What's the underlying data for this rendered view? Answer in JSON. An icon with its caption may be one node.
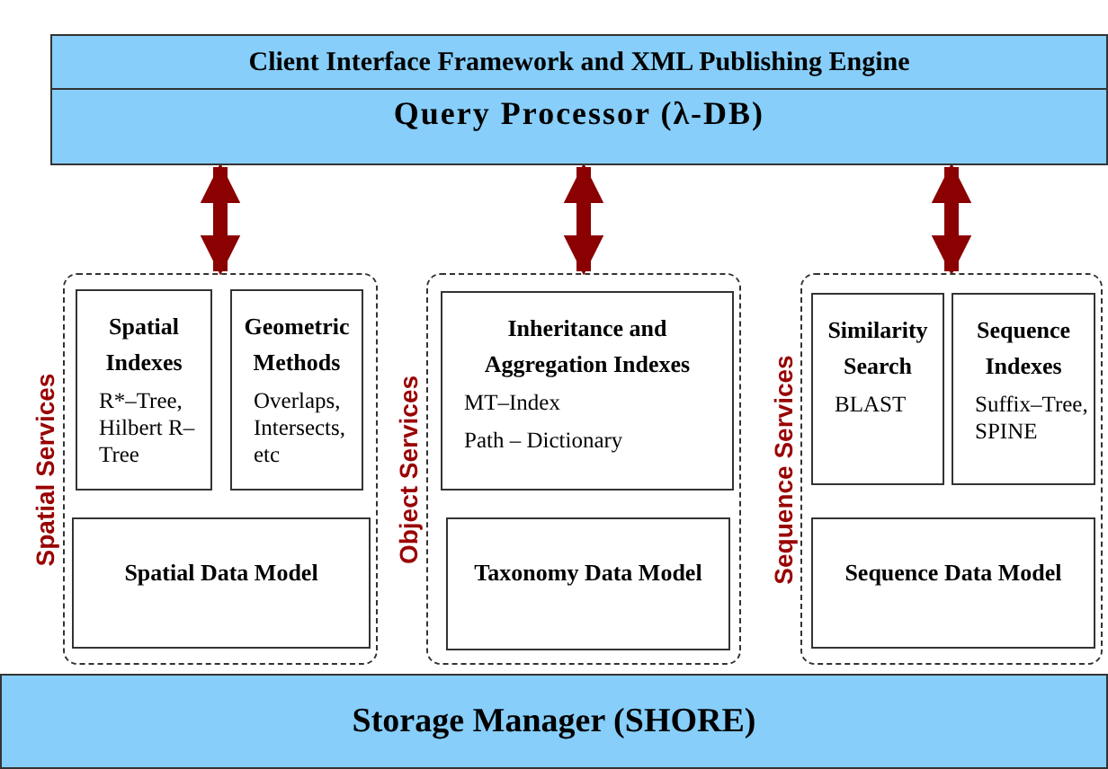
{
  "diagram": {
    "nodes": [
      {
        "text": [
          "Client Interface Framework and XML Publishing Engine"
        ]
      },
      {
        "text": [
          "Query Processor (λ-DB)"
        ]
      },
      {
        "text": [
          "Spatial Services"
        ]
      },
      {
        "text": [
          "Spatial Indexes",
          "R*–Tree, Hilbert R–Tree"
        ],
        "in": 2
      },
      {
        "text": [
          "Geometric Methods",
          "Overlaps, Intersects, etc"
        ],
        "in": 2
      },
      {
        "text": [
          "Spatial Data Model"
        ],
        "in": 2
      },
      {
        "text": [
          "Object Services"
        ]
      },
      {
        "text": [
          "Inheritance and Aggregation Indexes",
          "MT–Index",
          "Path – Dictionary"
        ],
        "in": 6
      },
      {
        "text": [
          "Taxonomy Data Model"
        ],
        "in": 6
      },
      {
        "text": [
          "Sequence Services"
        ]
      },
      {
        "text": [
          "Similarity Search",
          "BLAST"
        ],
        "in": 9
      },
      {
        "text": [
          "Sequence Indexes",
          "Suffix–Tree, SPINE"
        ],
        "in": 9
      },
      {
        "text": [
          "Sequence Data Model"
        ],
        "in": 9
      },
      {
        "text": [
          "Storage Manager (SHORE)"
        ]
      }
    ],
    "edges": [
      {
        "from": 1,
        "to": 2,
        "arrow": "both"
      },
      {
        "from": 1,
        "to": 6,
        "arrow": "both"
      },
      {
        "from": 1,
        "to": 9,
        "arrow": "both"
      }
    ]
  }
}
